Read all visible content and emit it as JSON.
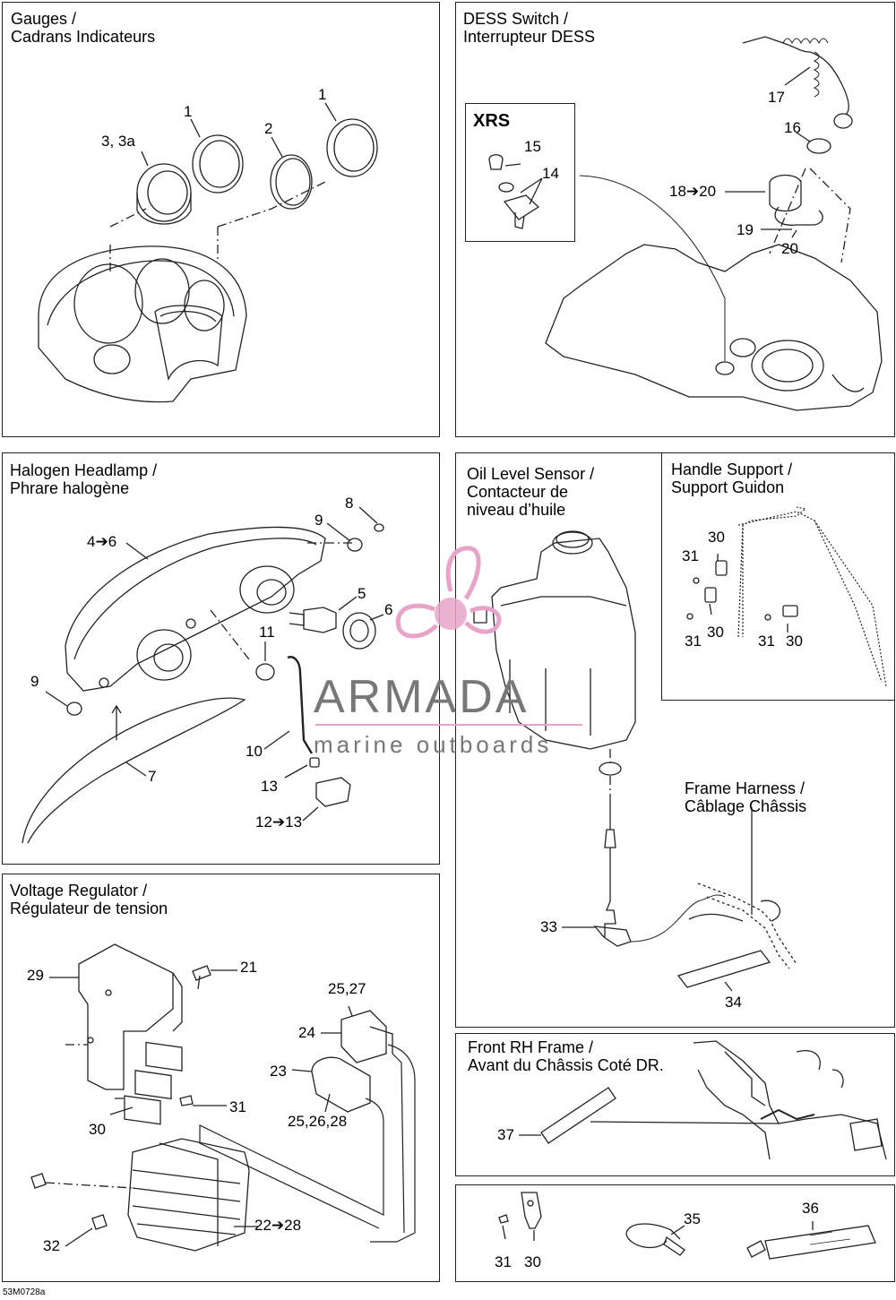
{
  "panels": {
    "gauges": {
      "title1": "Gauges /",
      "title2": "Cadrans Indicateurs",
      "labels": {
        "l1a": "1",
        "l1b": "1",
        "l2": "2",
        "l3": "3, 3a"
      }
    },
    "dess": {
      "title1": "DESS Switch /",
      "title2": "Interrupteur DESS",
      "inset_title": "XRS",
      "labels": {
        "l14": "14",
        "l15": "15",
        "l16": "16",
        "l17": "17",
        "l18": "18➔20",
        "l19": "19",
        "l20": "20"
      }
    },
    "headlamp": {
      "title1": "Halogen Headlamp /",
      "title2": "Phrare halogène",
      "labels": {
        "l4": "4➔6",
        "l5": "5",
        "l6": "6",
        "l7": "7",
        "l8": "8",
        "l9a": "9",
        "l9b": "9",
        "l10": "10",
        "l11": "11",
        "l13": "13",
        "l12": "12➔13"
      }
    },
    "oil": {
      "title1": "Oil Level Sensor /",
      "title2": "Contacteur de",
      "title3": "niveau d’huile",
      "labels": {
        "l33": "33",
        "l34": "34"
      },
      "harness_title1": "Frame Harness /",
      "harness_title2": "Câblage Châssis"
    },
    "handle": {
      "title1": "Handle Support /",
      "title2": "Support Guidon",
      "labels": {
        "l30a": "30",
        "l31a": "31",
        "l30b": "30",
        "l31b": "31",
        "l31c": "31",
        "l30c": "30"
      }
    },
    "regulator": {
      "title1": "Voltage Regulator /",
      "title2": "Régulateur de tension",
      "labels": {
        "l21": "21",
        "l22": "22➔28",
        "l23": "23",
        "l24": "24",
        "l2527": "25,27",
        "l252628": "25,26,28",
        "l29": "29",
        "l30": "30",
        "l31": "31",
        "l32": "32"
      }
    },
    "frontframe": {
      "title1": "Front RH Frame  /",
      "title2": "Avant du Châssis Coté DR.",
      "labels": {
        "l37": "37"
      }
    },
    "misc": {
      "labels": {
        "l31": "31",
        "l30": "30",
        "l35": "35",
        "l36": "36"
      }
    }
  },
  "watermark": {
    "brand": "ARMADA",
    "tagline": "marine outboards",
    "accent": "#e8a3c8"
  },
  "figure_ref": "53M0728a"
}
